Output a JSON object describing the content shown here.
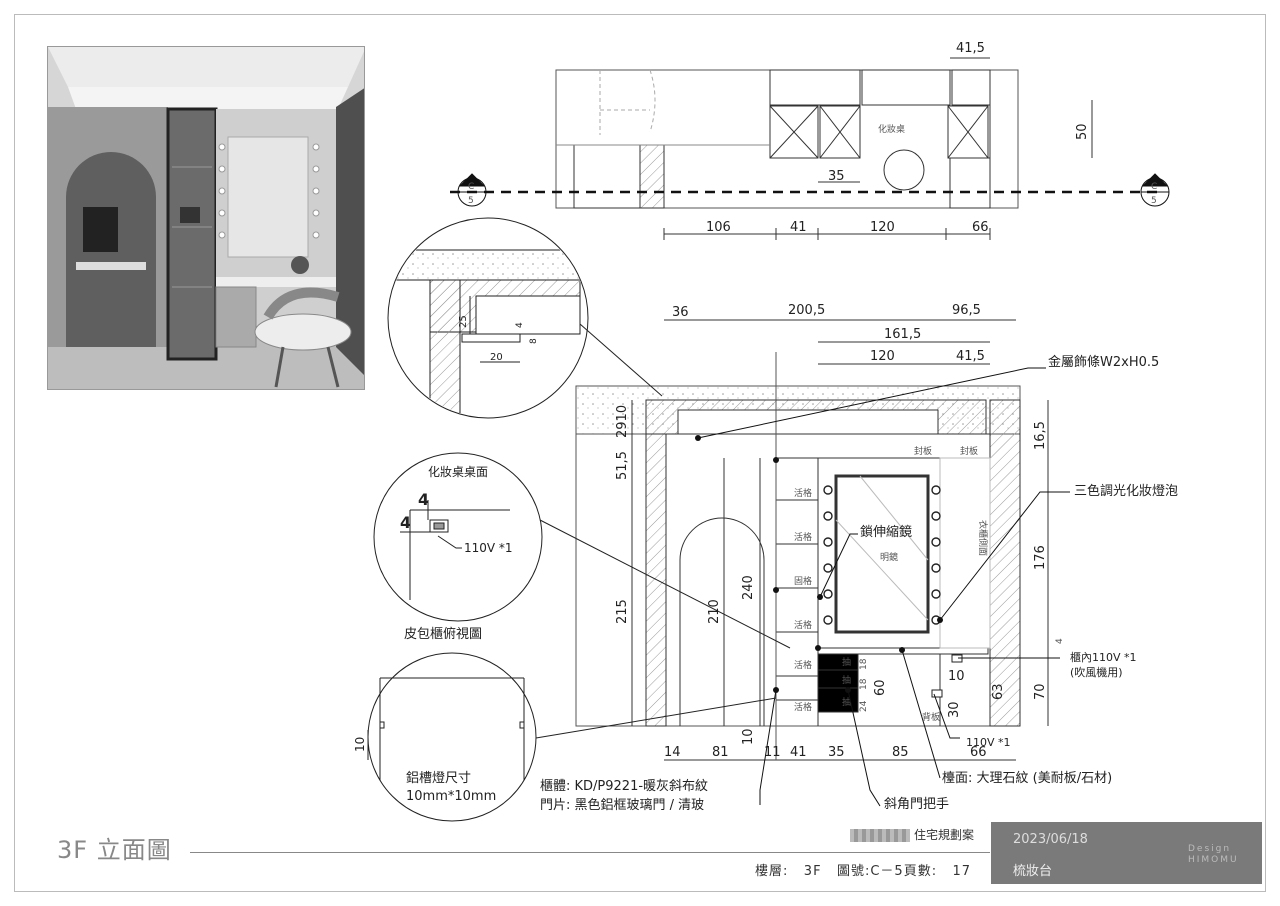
{
  "sheet": {
    "title": "3F 立面圖",
    "project_suffix": "住宅規劃案",
    "floor_label": "樓層:",
    "floor_value": "3F",
    "drawing_no": "圖號:C－5",
    "page_label": "頁數:",
    "page_value": "17",
    "date": "2023/06/18",
    "description": "梳妝台",
    "brand": [
      "Design",
      "HIMOMU"
    ]
  },
  "plan": {
    "dims_top": [
      "41,5"
    ],
    "dims_side": [
      "50"
    ],
    "dims_inner": [
      "35"
    ],
    "dims_bottom": [
      "106",
      "41",
      "120",
      "66"
    ],
    "section_marker": {
      "top": "C",
      "bottom": "5"
    },
    "plan_text": "化妝桌"
  },
  "elevation": {
    "dims_top_row1": [
      "36",
      "200,5",
      "96,5"
    ],
    "dims_top_row2": [
      "161,5"
    ],
    "dims_top_row3": [
      "120",
      "41,5"
    ],
    "dims_left": [
      "2910",
      "51,5",
      "215",
      "210",
      "240",
      "10"
    ],
    "dims_right": [
      "16,5",
      "176",
      "4",
      "70",
      "63"
    ],
    "dims_inner": [
      "18",
      "18",
      "24",
      "60",
      "10",
      "30"
    ],
    "dims_bottom": [
      "14",
      "81",
      "11",
      "41",
      "35",
      "85",
      "66"
    ],
    "shelf_labels": [
      "活格",
      "活格",
      "固格",
      "活格",
      "活格",
      "活格"
    ],
    "drawer_labels": [
      "抽",
      "抽",
      "抽"
    ],
    "panel_labels": [
      "封板",
      "封板",
      "背板"
    ],
    "mirror_text": "明鏡",
    "wardrobe_text": "衣櫃側面"
  },
  "callouts": {
    "metal_strip": "金屬飾條W2xH0.5",
    "bulbs": "三色調光化妝燈泡",
    "mirror": "鎖伸縮鏡",
    "outlet_inner": "櫃內110V *1",
    "outlet_inner_note": "(吹風機用)",
    "outlet_110": "110V *1",
    "countertop": "檯面: 大理石紋 (美耐板/石材)",
    "cabinet_body": "櫃體: KD/P9221-暖灰斜布紋",
    "door_panel": "門片: 黑色鋁框玻璃門 / 清玻",
    "handle": "斜角門把手"
  },
  "details": {
    "detail1_dims": [
      "25",
      "4",
      "8",
      "20"
    ],
    "detail2_title": "化妝桌桌面",
    "detail2_dims": [
      "4",
      "4"
    ],
    "detail2_note": "110V *1",
    "detail3_title": "皮包櫃俯視圖",
    "detail3_dim": "10",
    "detail3_note1": "鋁槽燈尺寸",
    "detail3_note2": "10mm*10mm"
  }
}
